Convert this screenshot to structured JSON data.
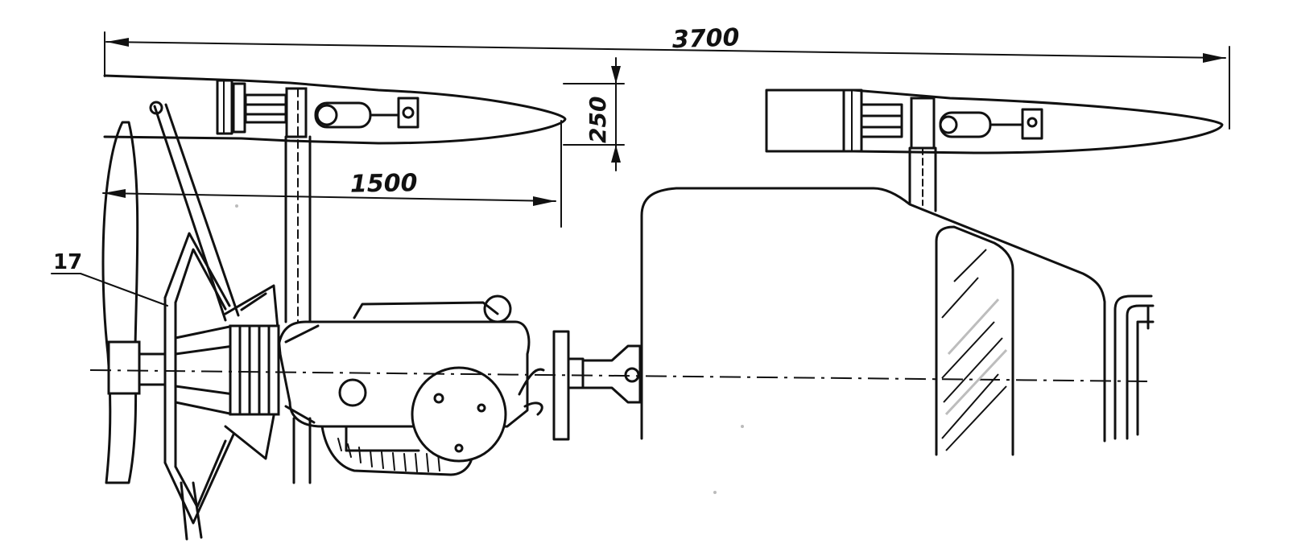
{
  "drawing": {
    "dimensions": {
      "overall_length": "3700",
      "rotor_radius": "1500",
      "blade_chord": "250"
    },
    "callouts": [
      {
        "number": "17"
      }
    ]
  }
}
